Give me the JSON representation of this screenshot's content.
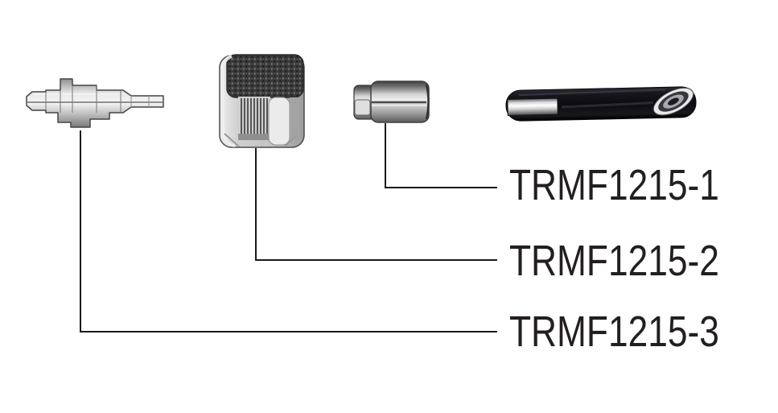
{
  "diagram": {
    "kind": "exploded-parts-diagram",
    "background_color": "#ffffff",
    "leader_line_color": "#1a1a1a",
    "label_color": "#231f20",
    "parts": [
      {
        "label": "TRMF1215-1",
        "component": "crimp-ferrule"
      },
      {
        "label": "TRMF1215-2",
        "component": "knurled-coupling-nut"
      },
      {
        "label": "TRMF1215-3",
        "component": "connector-contact-assembly"
      }
    ],
    "unlabeled_components": [
      "cable-end"
    ],
    "colors": {
      "metal_light": "#e9e9e9",
      "metal_mid": "#b9b9b9",
      "metal_dark": "#7a7a7a",
      "knurl_dark": "#3b3b3b",
      "cable_black": "#101016"
    }
  }
}
